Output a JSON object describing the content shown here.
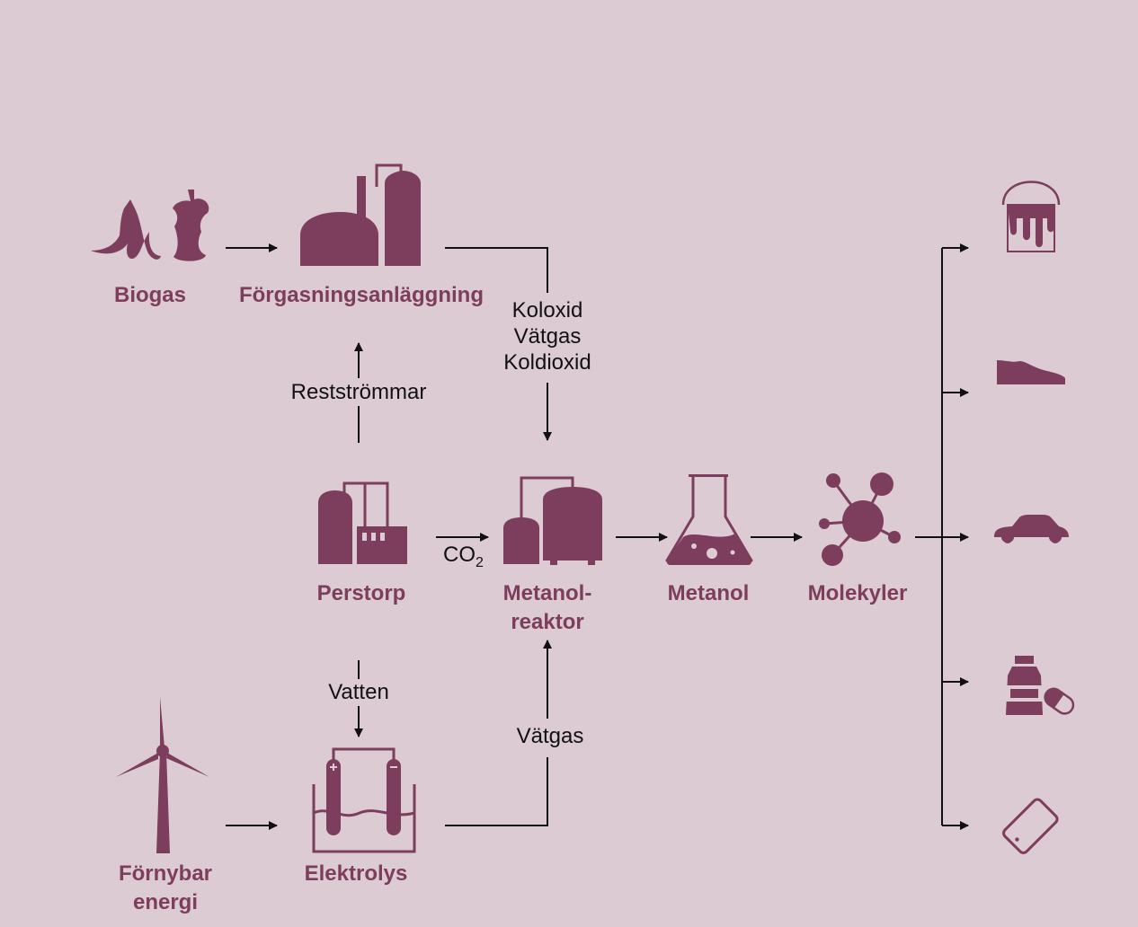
{
  "colors": {
    "background": "#dccbd2",
    "accent": "#7d3d5c",
    "line": "#111111"
  },
  "nodes": {
    "biogas": "Biogas",
    "gasification": "Förgasningsanläggning",
    "perstorp": "Perstorp",
    "reactor_line1": "Metanol-",
    "reactor_line2": "reaktor",
    "methanol": "Metanol",
    "molecules": "Molekyler",
    "renewable_line1": "Förnybar",
    "renewable_line2": "energi",
    "electrolysis": "Elektrolys"
  },
  "flows": {
    "syngas": [
      "Koloxid",
      "Vätgas",
      "Koldioxid"
    ],
    "residual": "Restströmmar",
    "co2_main": "CO",
    "co2_sub": "2",
    "water": "Vatten",
    "hydrogen": "Vätgas"
  },
  "icons": {
    "biogas": [
      "banana-peel-icon",
      "apple-core-icon"
    ],
    "gasification": "gasification-plant-icon",
    "perstorp": "factory-icon",
    "reactor": "methanol-reactor-icon",
    "methanol": "flask-icon",
    "molecules": "molecule-icon",
    "renewable": "wind-turbine-icon",
    "electrolysis": "electrolysis-cell-icon",
    "products": [
      "paint-bucket-icon",
      "shoe-icon",
      "car-icon",
      "medicine-icon",
      "smartphone-icon"
    ]
  }
}
